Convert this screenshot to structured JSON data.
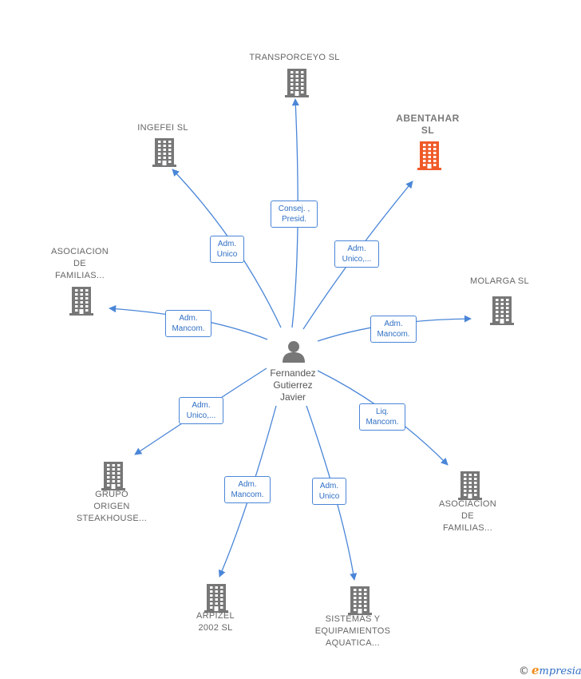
{
  "center": {
    "name": "Fernandez\nGutierrez\nJavier",
    "icon": "person-icon"
  },
  "companies": [
    {
      "id": "transporceyo",
      "label": "TRANSPORCEYO SL",
      "icon": "building-icon",
      "color": "#777777",
      "highlight": false
    },
    {
      "id": "abentahar",
      "label": "ABENTAHAR\nSL",
      "icon": "building-icon",
      "color": "#f05a28",
      "highlight": true
    },
    {
      "id": "ingefei",
      "label": "INGEFEI SL",
      "icon": "building-icon",
      "color": "#777777",
      "highlight": false
    },
    {
      "id": "asociacion1",
      "label": "ASOCIACION\nDE\nFAMILIAS...",
      "icon": "building-icon",
      "color": "#777777",
      "highlight": false
    },
    {
      "id": "molarga",
      "label": "MOLARGA  SL",
      "icon": "building-icon",
      "color": "#777777",
      "highlight": false
    },
    {
      "id": "grupo",
      "label": "GRUPO\nORIGEN\nSTEAKHOUSE...",
      "icon": "building-icon",
      "color": "#777777",
      "highlight": false
    },
    {
      "id": "asociacion2",
      "label": "ASOCIACION\nDE\nFAMILIAS...",
      "icon": "building-icon",
      "color": "#777777",
      "highlight": false
    },
    {
      "id": "arpizel",
      "label": "ARPIZEL\n2002  SL",
      "icon": "building-icon",
      "color": "#777777",
      "highlight": false
    },
    {
      "id": "sistemas",
      "label": "SISTEMAS Y\nEQUIPAMIENTOS\nAQUATICA...",
      "icon": "building-icon",
      "color": "#777777",
      "highlight": false
    }
  ],
  "relations": [
    {
      "target": "transporceyo",
      "label": "Consej. ,\nPresid."
    },
    {
      "target": "abentahar",
      "label": "Adm.\nUnico,..."
    },
    {
      "target": "ingefei",
      "label": "Adm.\nUnico"
    },
    {
      "target": "asociacion1",
      "label": "Adm.\nMancom."
    },
    {
      "target": "molarga",
      "label": "Adm.\nMancom."
    },
    {
      "target": "grupo",
      "label": "Adm.\nUnico,..."
    },
    {
      "target": "asociacion2",
      "label": "Liq.\nMancom."
    },
    {
      "target": "arpizel",
      "label": "Adm.\nMancom."
    },
    {
      "target": "sistemas",
      "label": "Adm.\nUnico"
    }
  ],
  "footer": {
    "copyright": "©",
    "brand_initial": "e",
    "brand_rest": "mpresia"
  },
  "colors": {
    "edge": "#4a86d8",
    "building": "#777777",
    "highlight": "#f05a28",
    "person": "#777777"
  }
}
